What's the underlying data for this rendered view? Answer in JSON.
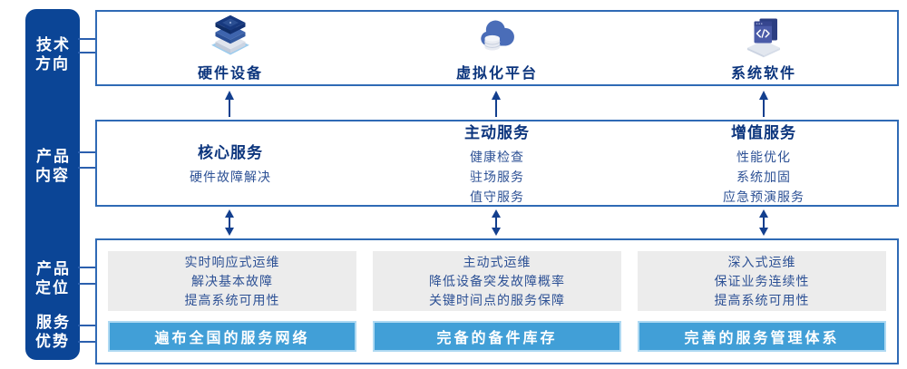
{
  "colors": {
    "sidebar_bg": "#0b4596",
    "box_border": "#2f6ab5",
    "title_text": "#0c357d",
    "body_text": "#2d5195",
    "gray_panel": "#ececec",
    "advantage_bar": "#419fd7",
    "arrow": "#133f8e"
  },
  "sidebar": {
    "items": [
      {
        "line1": "技术",
        "line2": "方向"
      },
      {
        "line1": "产品",
        "line2": "内容"
      },
      {
        "line1": "产品",
        "line2": "定位"
      },
      {
        "line1": "服务",
        "line2": "优势"
      }
    ]
  },
  "tech_row": {
    "items": [
      {
        "icon": "server-stack-icon",
        "label": "硬件设备"
      },
      {
        "icon": "cloud-database-icon",
        "label": "虚拟化平台"
      },
      {
        "icon": "code-window-icon",
        "label": "系统软件"
      }
    ]
  },
  "content_row": {
    "items": [
      {
        "title": "核心服务",
        "lines": [
          "硬件故障解决"
        ]
      },
      {
        "title": "主动服务",
        "lines": [
          "健康检查",
          "驻场服务",
          "值守服务"
        ]
      },
      {
        "title": "增值服务",
        "lines": [
          "性能优化",
          "系统加固",
          "应急预演服务"
        ]
      }
    ]
  },
  "bottom_row": {
    "items": [
      {
        "positioning": [
          "实时响应式运维",
          "解决基本故障",
          "提高系统可用性"
        ],
        "advantage": "遍布全国的服务网络"
      },
      {
        "positioning": [
          "主动式运维",
          "降低设备突发故障概率",
          "关键时间点的服务保障"
        ],
        "advantage": "完备的备件库存"
      },
      {
        "positioning": [
          "深入式运维",
          "保证业务连续性",
          "提高系统可用性"
        ],
        "advantage": "完善的服务管理体系"
      }
    ]
  }
}
